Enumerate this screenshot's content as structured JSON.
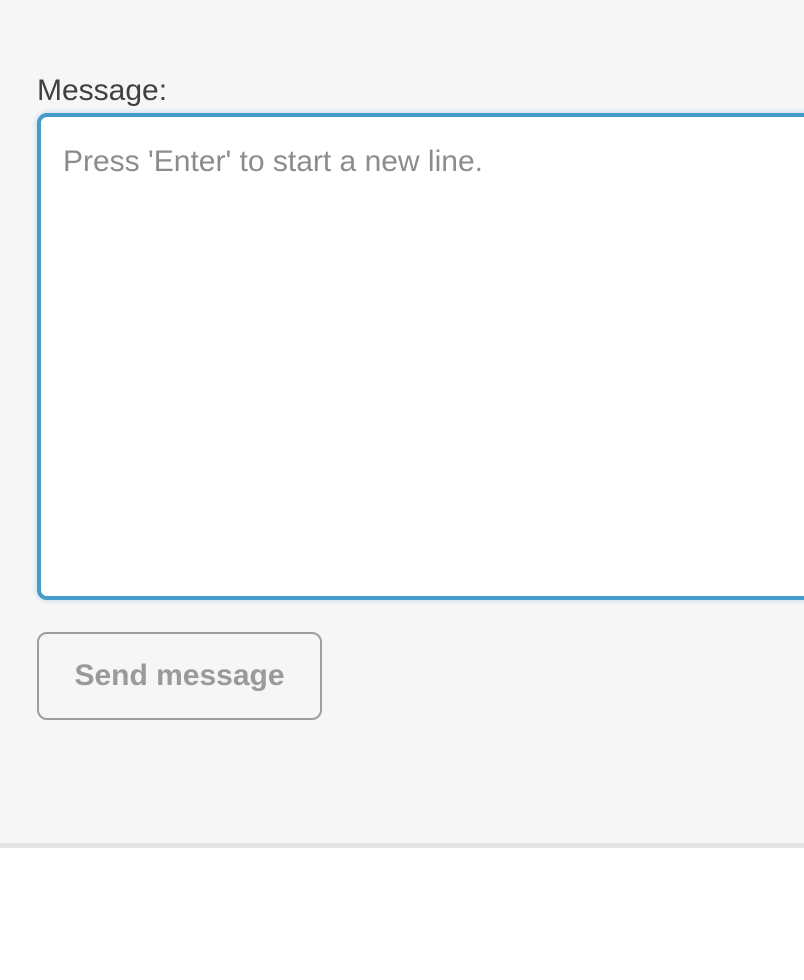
{
  "form": {
    "label": "Message:",
    "textarea": {
      "value": "",
      "placeholder": "Press 'Enter' to start a new line."
    },
    "send_button": {
      "label": "Send message"
    }
  },
  "colors": {
    "panel_background": "#f6f6f6",
    "panel_divider": "#e4e4e4",
    "textarea_focus_border": "#449ccb",
    "label_text": "#404040",
    "placeholder_text": "#8c8c8c",
    "button_border": "#9e9e9e",
    "button_text": "#9a9a9a",
    "page_background": "#ffffff"
  }
}
